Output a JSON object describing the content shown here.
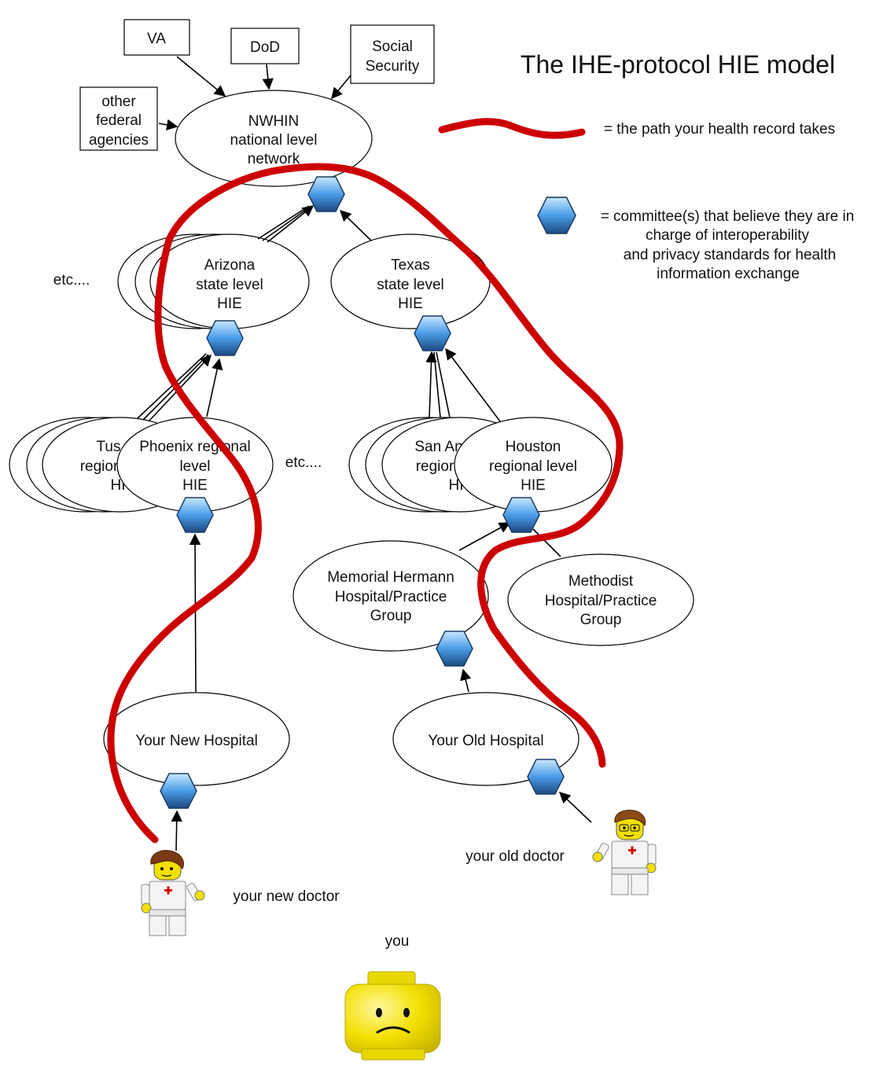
{
  "title": "The IHE-protocol HIE model",
  "legend": {
    "path_text": "= the path your health record takes",
    "committee_text": [
      "= committee(s) that believe they are in",
      "charge of interoperability",
      "and privacy standards for health",
      "information exchange"
    ]
  },
  "federal": {
    "va": "VA",
    "dod": "DoD",
    "social_security": [
      "Social",
      "Security"
    ],
    "other_federal": [
      "other",
      "federal",
      "agencies"
    ]
  },
  "nodes": {
    "nwhin": [
      "NWHIN",
      "national level",
      "network"
    ],
    "arizona": [
      "Arizona",
      "state level",
      "HIE"
    ],
    "texas": [
      "Texas",
      "state level",
      "HIE"
    ],
    "tucson": [
      "Tus",
      "regior",
      "HI"
    ],
    "phoenix": [
      "Phoenix regional",
      "level",
      "HIE"
    ],
    "san_antonio": [
      "San An",
      "regior",
      "HI"
    ],
    "houston": [
      "Houston",
      "regional level",
      "HIE"
    ],
    "memorial_hermann": [
      "Memorial Hermann",
      "Hospital/Practice",
      "Group"
    ],
    "methodist": [
      "Methodist",
      "Hospital/Practice",
      "Group"
    ],
    "new_hospital": "Your New Hospital",
    "old_hospital": "Your Old Hospital"
  },
  "etc_left": "etc....",
  "etc_middle": "etc....",
  "people": {
    "new_doctor": "your new doctor",
    "old_doctor": "your old doctor",
    "you": "you"
  },
  "colors": {
    "path": "#cc0000",
    "hex_top": "#bfe3ff",
    "hex_mid": "#4a9ce8",
    "hex_bottom": "#1e4d86",
    "lego_yellow": "#f2e000"
  }
}
